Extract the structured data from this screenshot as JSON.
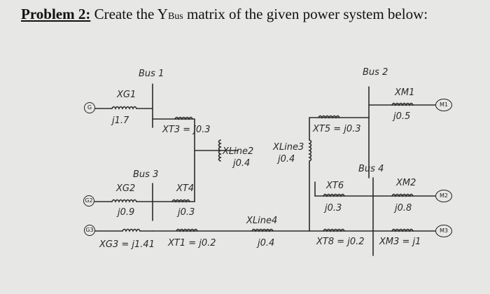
{
  "problem": {
    "lead": "Problem 2:",
    "text_before": " Create the Y",
    "text_sub": "Bus",
    "text_after": " matrix of the given power system below:"
  },
  "buses": {
    "bus1": "Bus 1",
    "bus2": "Bus 2",
    "bus3": "Bus 3",
    "bus4": "Bus 4"
  },
  "machines": {
    "g1": "G",
    "g2": "G2",
    "g3": "G3",
    "m1": "M1",
    "m2": "M2",
    "m3": "M3"
  },
  "labels": {
    "xg1_name": "XG1",
    "xg1_val": "j1.7",
    "xt3": "XT3 = j0.3",
    "xg2_name": "XG2",
    "xg2_val": "j0.9",
    "xt4_name": "XT4",
    "xt4_val": "j0.3",
    "xg3": "XG3 = j1.41",
    "xt1": "XT1 = j0.2",
    "xline2_name": "XLine2",
    "xline2_val": "j0.4",
    "xline3_name": "XLine3",
    "xline3_val": "j0.4",
    "xline4_name": "XLine4",
    "xline4_val": "j0.4",
    "xt5": "XT5 = j0.3",
    "xm1_name": "XM1",
    "xm1_val": "j0.5",
    "xt6_name": "XT6",
    "xt6_val": "j0.3",
    "xm2_name": "XM2",
    "xm2_val": "j0.8",
    "xt8": "XT8 = j0.2",
    "xm3": "XM3 = j1"
  }
}
